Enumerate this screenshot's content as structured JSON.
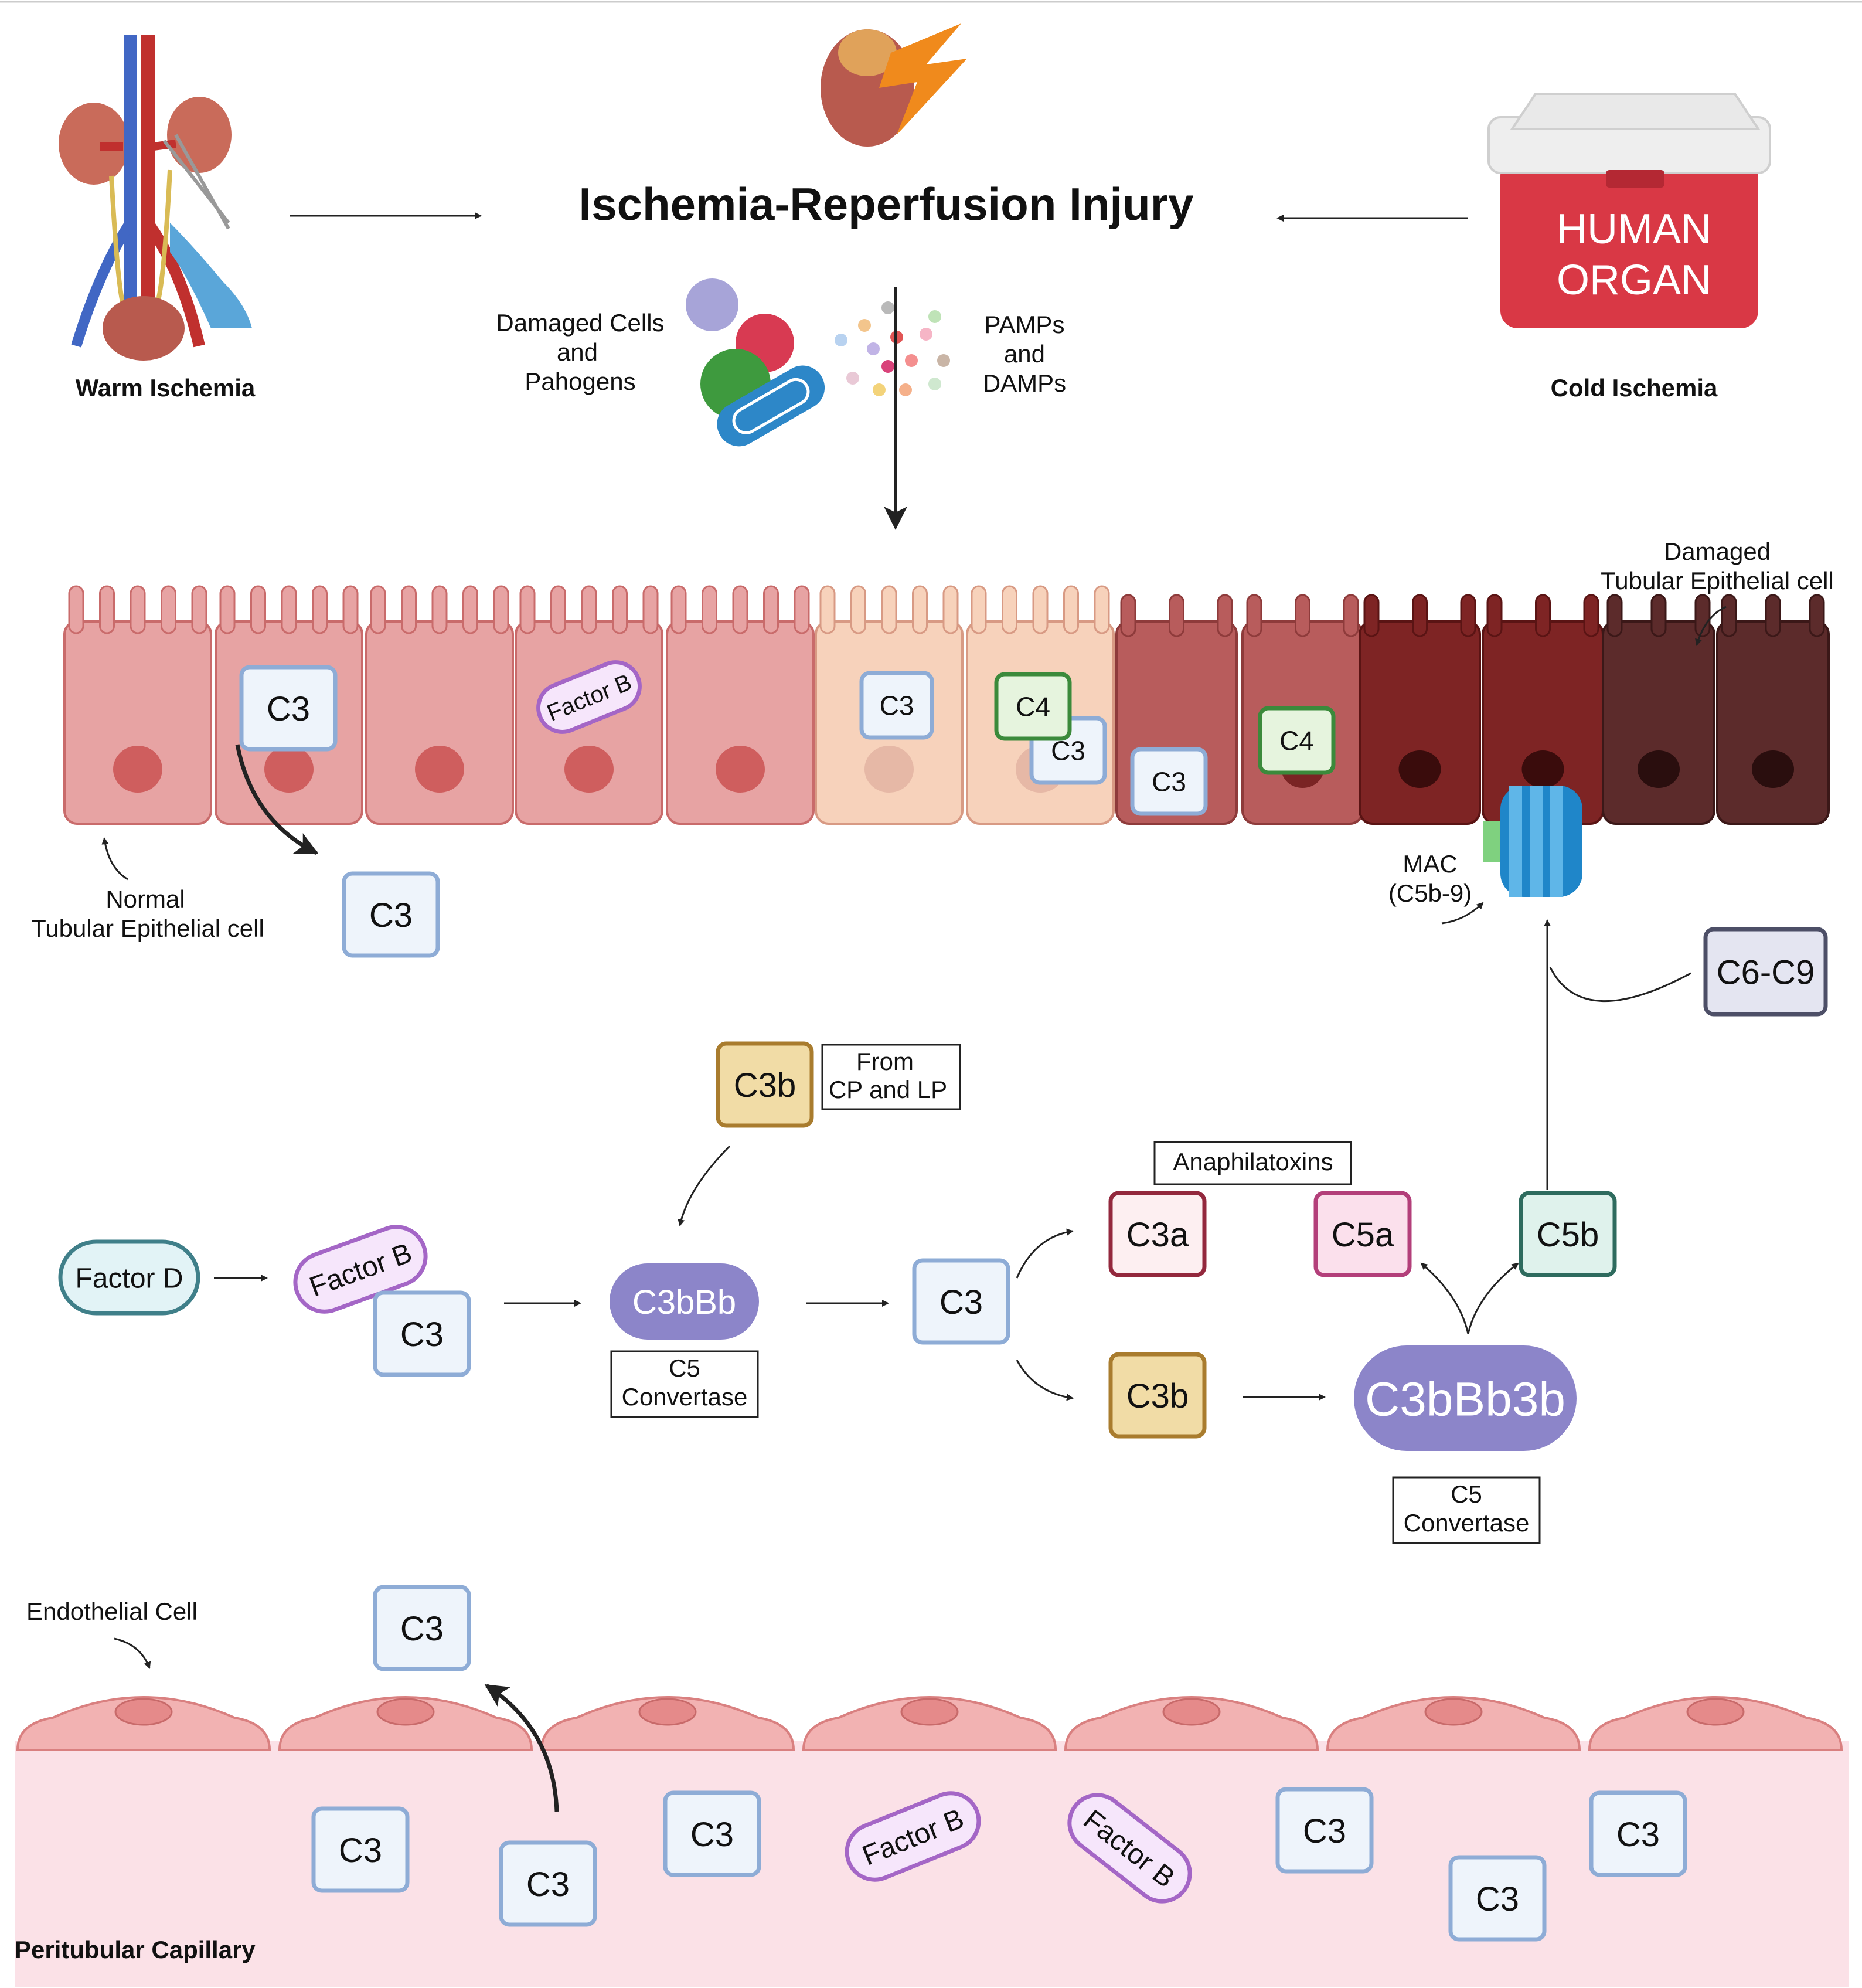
{
  "title": "Ischemia-Reperfusion Injury",
  "sources": {
    "warm": "Warm Ischemia",
    "cold": "Cold Ischemia",
    "organ_box": {
      "line1": "HUMAN",
      "line2": "ORGAN"
    }
  },
  "triggers": {
    "damaged": {
      "line1": "Damaged Cells",
      "line2": "and",
      "line3": "Pahogens"
    },
    "pamps": {
      "line1": "PAMPs",
      "line2": "and",
      "line3": "DAMPs"
    }
  },
  "epithelium": {
    "normal": {
      "line1": "Normal",
      "line2": "Tubular Epithelial cell"
    },
    "damaged": {
      "line1": "Damaged",
      "line2": "Tubular Epithelial cell"
    },
    "mac": {
      "line1": "MAC",
      "line2": "(C5b-9)"
    }
  },
  "proteins": {
    "c3": "C3",
    "c4": "C4",
    "factor_b": "Factor B",
    "factor_d": "Factor D",
    "c3b": "C3b",
    "c3a": "C3a",
    "c5a": "C5a",
    "c5b": "C5b",
    "c6c9": "C6-C9",
    "c3bbb": "C3bBb",
    "c3bbb3b": "C3bBb3b"
  },
  "notes": {
    "from_cp_lp": {
      "line1": "From",
      "line2": "CP and LP"
    },
    "convertase": {
      "line1": "C5",
      "line2": "Convertase"
    },
    "anaphylatoxins": "Anaphilatoxins"
  },
  "endothelium": {
    "endothelial_cell": "Endothelial Cell",
    "capillary": "Peritubular Capillary"
  },
  "colors": {
    "c3_border": "#8eacd6",
    "c3_fill": "#eef4fb",
    "c3b_border": "#a97c2e",
    "c3b_fill": "#f1dca6",
    "c4_border": "#3b8a3b",
    "c4_fill": "#e6f4de",
    "factor_b_border": "#a466c6",
    "factor_b_fill": "#f6e6fb",
    "c3a_border": "#93283d",
    "c3a_fill": "#fdeff1",
    "c5a_border": "#b33f7a",
    "c5a_fill": "#fbe0ec",
    "c5b_border": "#2e6b5e",
    "c5b_fill": "#dff2ec",
    "c6c9_border": "#4d4f67",
    "c6c9_fill": "#e4e5f1",
    "convertase_fill": "#8c85c9",
    "factor_d_border": "#3f7f89",
    "factor_d_fill": "#e2f3f6",
    "organ_box": "#d93845",
    "capillary_fill": "#fbe1e7"
  }
}
